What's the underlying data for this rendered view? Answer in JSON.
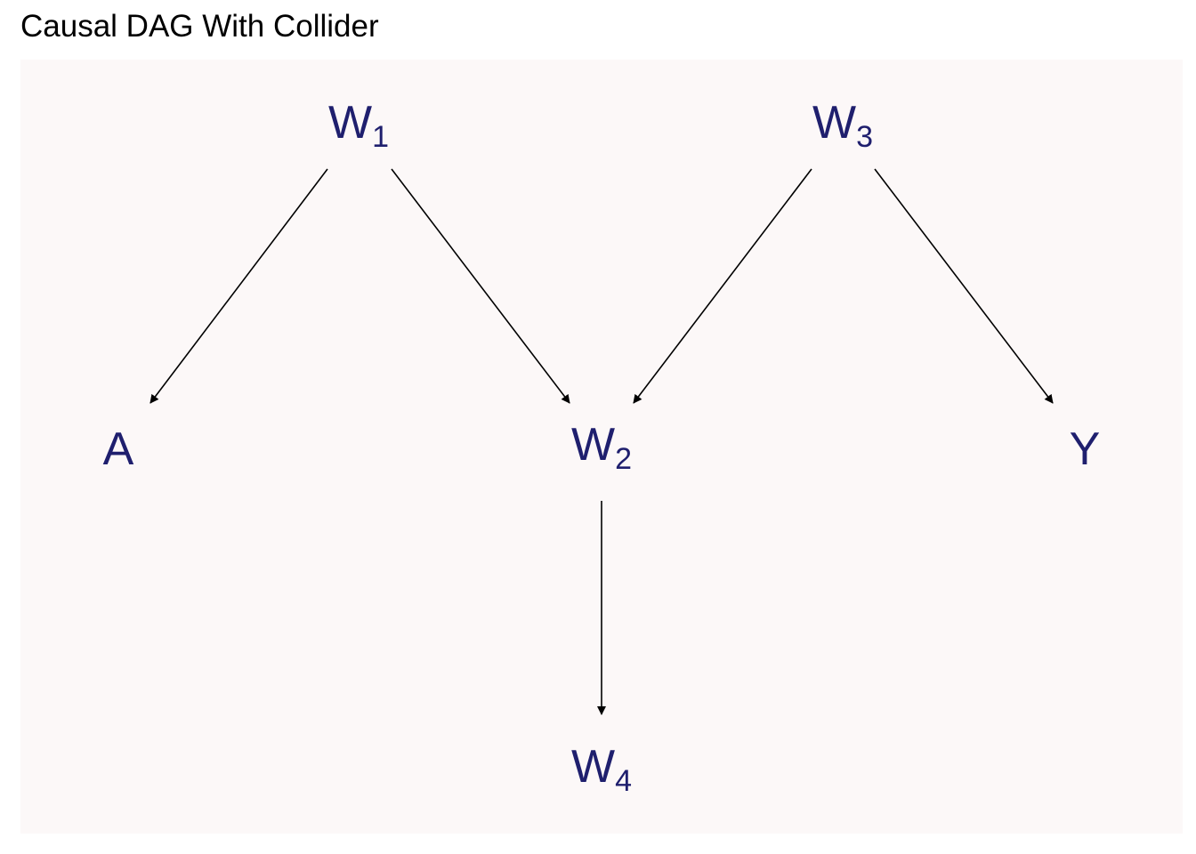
{
  "title": "Causal DAG With Collider",
  "colors": {
    "panel_background": "#fcf8f8",
    "node_text": "#1f1f6e",
    "edge": "#000000"
  },
  "nodes": {
    "A": {
      "main": "A",
      "sub": ""
    },
    "W1": {
      "main": "W",
      "sub": "1"
    },
    "W2": {
      "main": "W",
      "sub": "2"
    },
    "W3": {
      "main": "W",
      "sub": "3"
    },
    "W4": {
      "main": "W",
      "sub": "4"
    },
    "Y": {
      "main": "Y",
      "sub": ""
    }
  },
  "edges": [
    {
      "from": "W1",
      "to": "A"
    },
    {
      "from": "W1",
      "to": "W2"
    },
    {
      "from": "W3",
      "to": "W2"
    },
    {
      "from": "W3",
      "to": "Y"
    },
    {
      "from": "W2",
      "to": "W4"
    }
  ]
}
